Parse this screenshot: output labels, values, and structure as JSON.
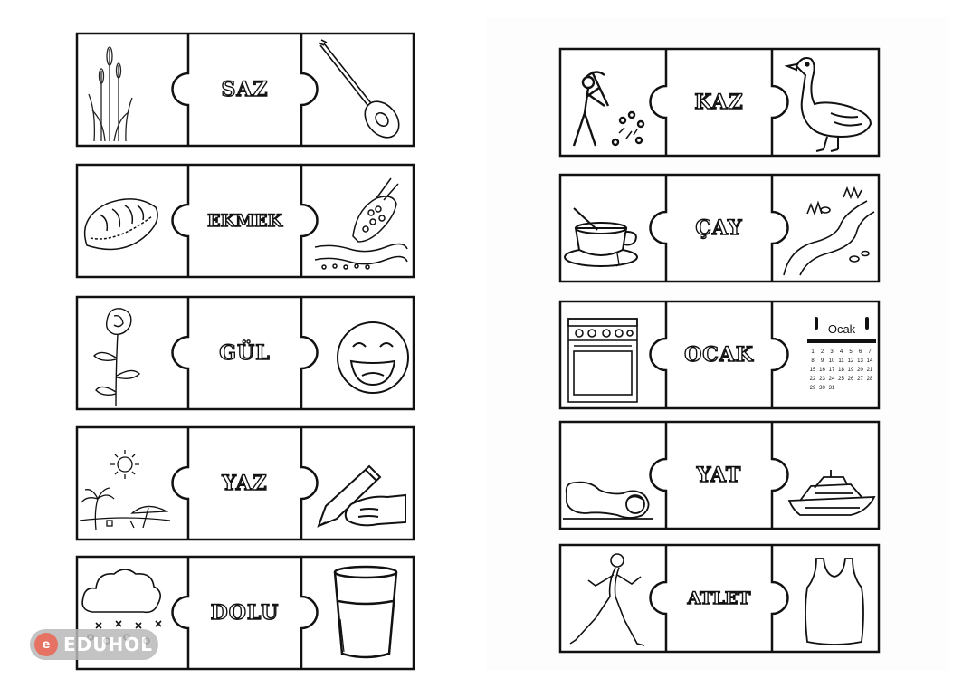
{
  "left_column": [
    {
      "word": "SAZ",
      "left_icon": "reed-plant-icon",
      "right_icon": "saz-instrument-icon"
    },
    {
      "word": "EKMEK",
      "left_icon": "bread-loaf-icon",
      "right_icon": "sowing-hand-icon"
    },
    {
      "word": "GÜL",
      "left_icon": "rose-icon",
      "right_icon": "laughing-face-icon"
    },
    {
      "word": "YAZ",
      "left_icon": "beach-summer-icon",
      "right_icon": "writing-hand-icon"
    },
    {
      "word": "DOLU",
      "left_icon": "hail-cloud-icon",
      "right_icon": "full-glass-icon"
    }
  ],
  "right_column": [
    {
      "word": "KAZ",
      "left_icon": "digging-worker-icon",
      "right_icon": "goose-icon"
    },
    {
      "word": "ÇAY",
      "left_icon": "tea-cup-icon",
      "right_icon": "stream-icon"
    },
    {
      "word": "OCAK",
      "left_icon": "stove-oven-icon",
      "right_icon": "calendar-icon"
    },
    {
      "word": "YAT",
      "left_icon": "lying-person-icon",
      "right_icon": "yacht-icon"
    },
    {
      "word": "ATLET",
      "left_icon": "runner-icon",
      "right_icon": "tank-top-icon"
    }
  ],
  "calendar": {
    "month": "Ocak",
    "numbers": [
      "1",
      "2",
      "3",
      "4",
      "5",
      "6",
      "7",
      "8",
      "9",
      "10",
      "11",
      "12",
      "13",
      "14",
      "15",
      "16",
      "17",
      "18",
      "19",
      "20",
      "21",
      "22",
      "23",
      "24",
      "25",
      "26",
      "27",
      "28",
      "29",
      "30",
      "31"
    ]
  },
  "logo": {
    "text": "EDUHOL",
    "mark": "e"
  }
}
